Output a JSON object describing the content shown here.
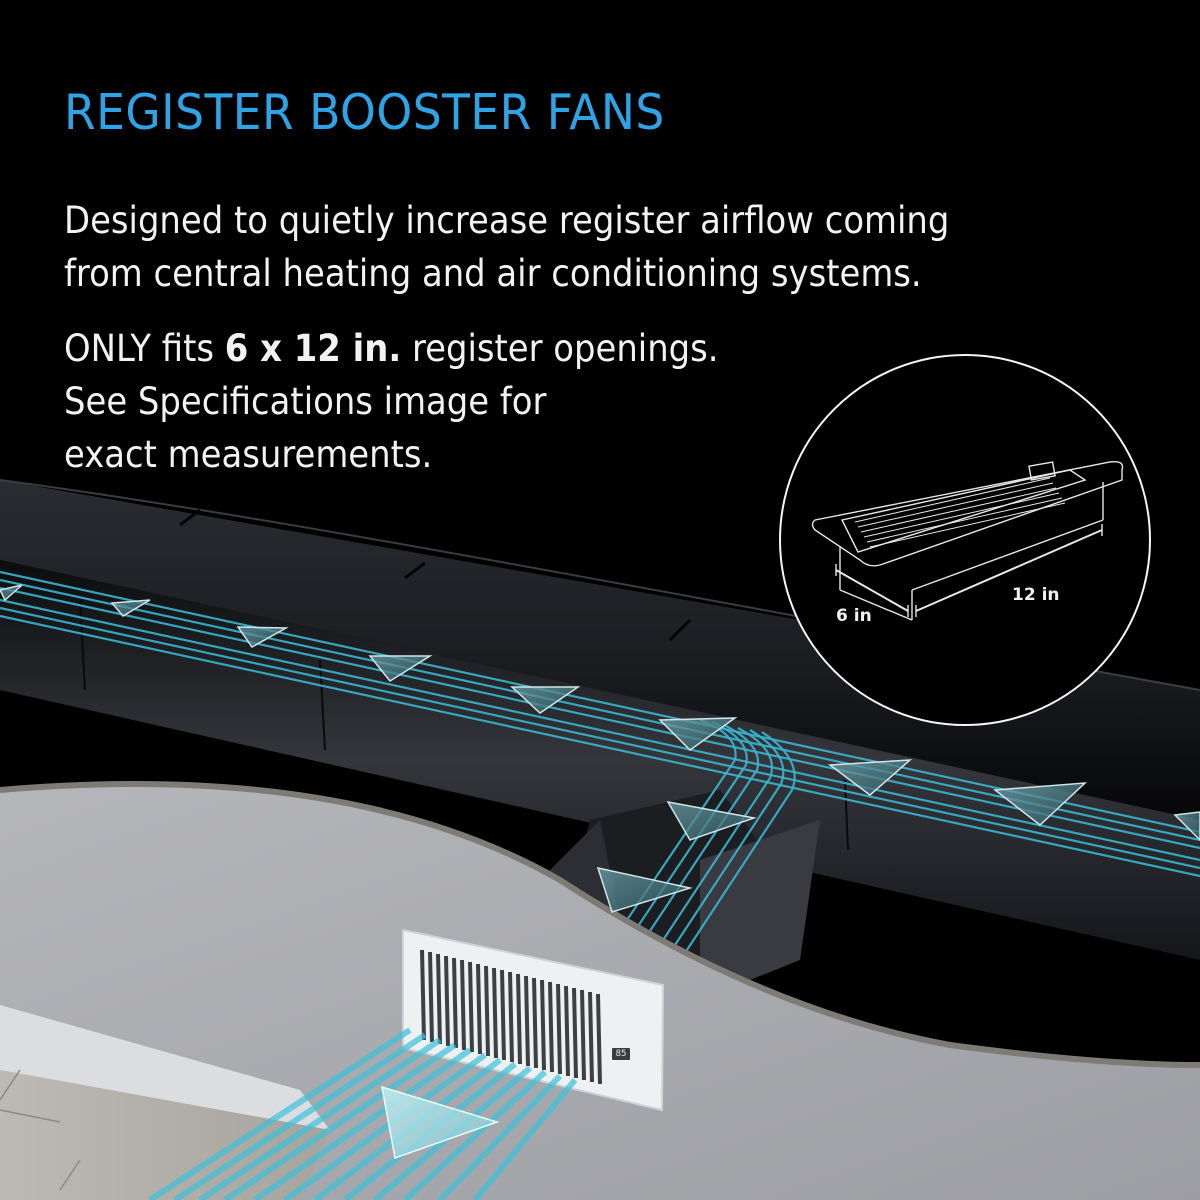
{
  "title": "REGISTER BOOSTER FANS",
  "description": {
    "line1": "Designed to quietly increase register airflow coming",
    "line2": "from central heating and air conditioning systems."
  },
  "fit_note": {
    "prefix": "ONLY fits ",
    "size_bold": "6 x 12 in.",
    "suffix": " register openings.",
    "line2": "See Specifications image for",
    "line3": "exact measurements."
  },
  "inset_diagram": {
    "width_label": "6 in",
    "length_label": "12 in"
  },
  "register_display": {
    "readout": "85"
  },
  "icons": {
    "airflow_arrow": "triangle-arrow-icon",
    "register_outline": "register-booster-line-drawing"
  },
  "colors": {
    "background": "#000000",
    "title_accent": "#2ea3e6",
    "body_text": "#f2f2f2",
    "airflow_line": "#3bb4cf",
    "duct": "#1c1e22",
    "wall": "#a3a4a8",
    "register": "#eef0f2"
  }
}
